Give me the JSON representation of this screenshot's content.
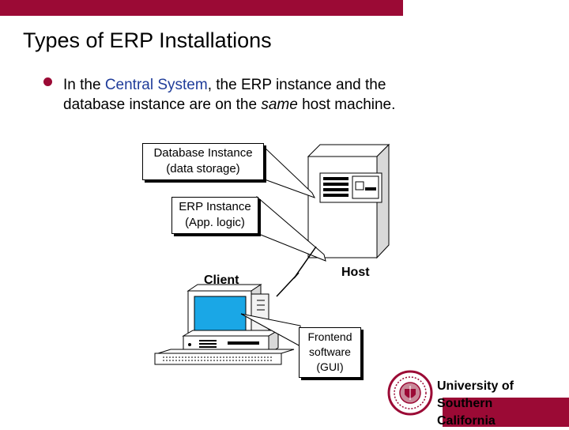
{
  "slide": {
    "title": "Types of ERP Installations",
    "bullet": {
      "intro": "In the ",
      "highlight": "Central System",
      "rest_line1": ", the ERP instance and the",
      "line2_pre": "database instance are on the ",
      "emph": "same",
      "line2_post": " host machine."
    }
  },
  "diagram": {
    "db_callout": {
      "line1": "Database Instance",
      "line2": "(data storage)"
    },
    "erp_callout": {
      "line1": "ERP Instance",
      "line2": "(App. logic)"
    },
    "client_label": "Client",
    "host_label": "Host",
    "frontend_callout": {
      "line1": "Frontend",
      "line2": "software",
      "line3": "(GUI)"
    }
  },
  "footer": {
    "university_line1": "University of",
    "university_line2": "Southern",
    "university_line3": "California"
  },
  "colors": {
    "brand": "#9b0a35",
    "highlight": "#1f3c9a",
    "screen": "#1aa7e6"
  }
}
